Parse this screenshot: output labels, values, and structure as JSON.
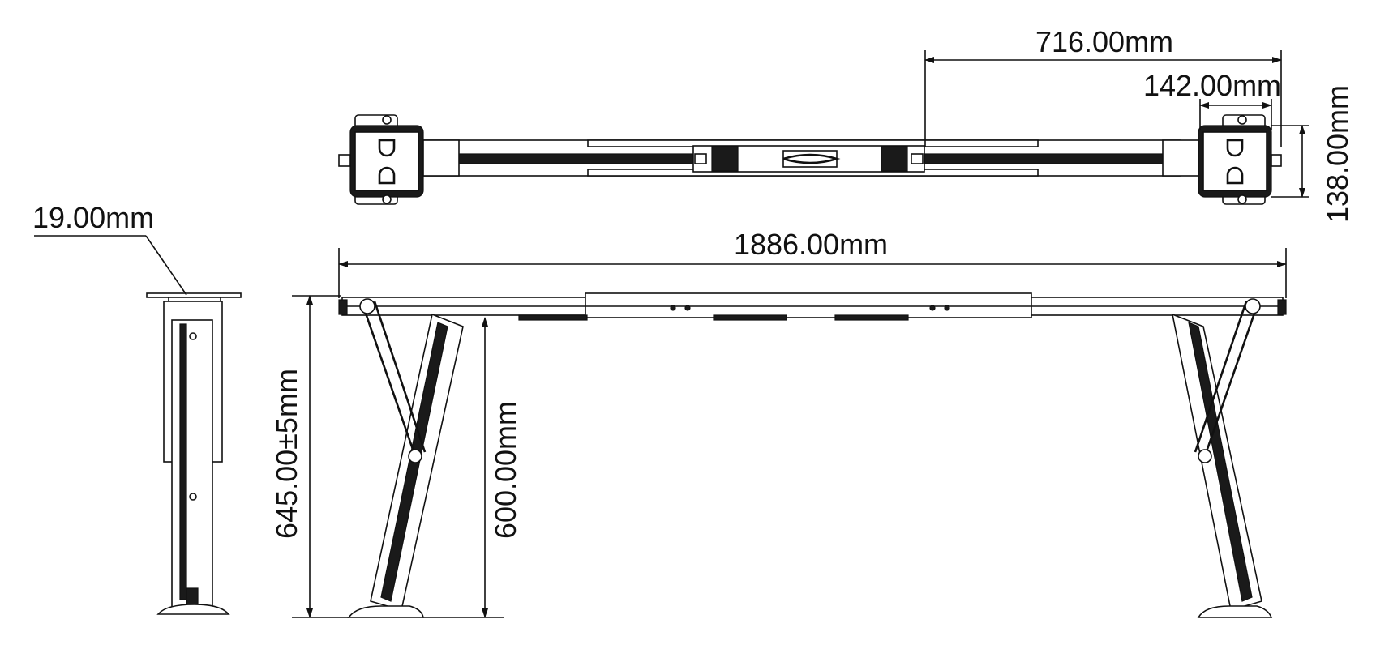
{
  "dimensions": {
    "beam_offset": "716.00mm",
    "bracket_width": "142.00mm",
    "bracket_depth": "138.00mm",
    "top_plate_thickness": "19.00mm",
    "overall_length": "1886.00mm",
    "overall_height": "645.00±5mm",
    "leg_height": "600.00mm"
  },
  "colors": {
    "line": "#111111",
    "fill_dark": "#1a1a1a",
    "background": "#ffffff"
  }
}
